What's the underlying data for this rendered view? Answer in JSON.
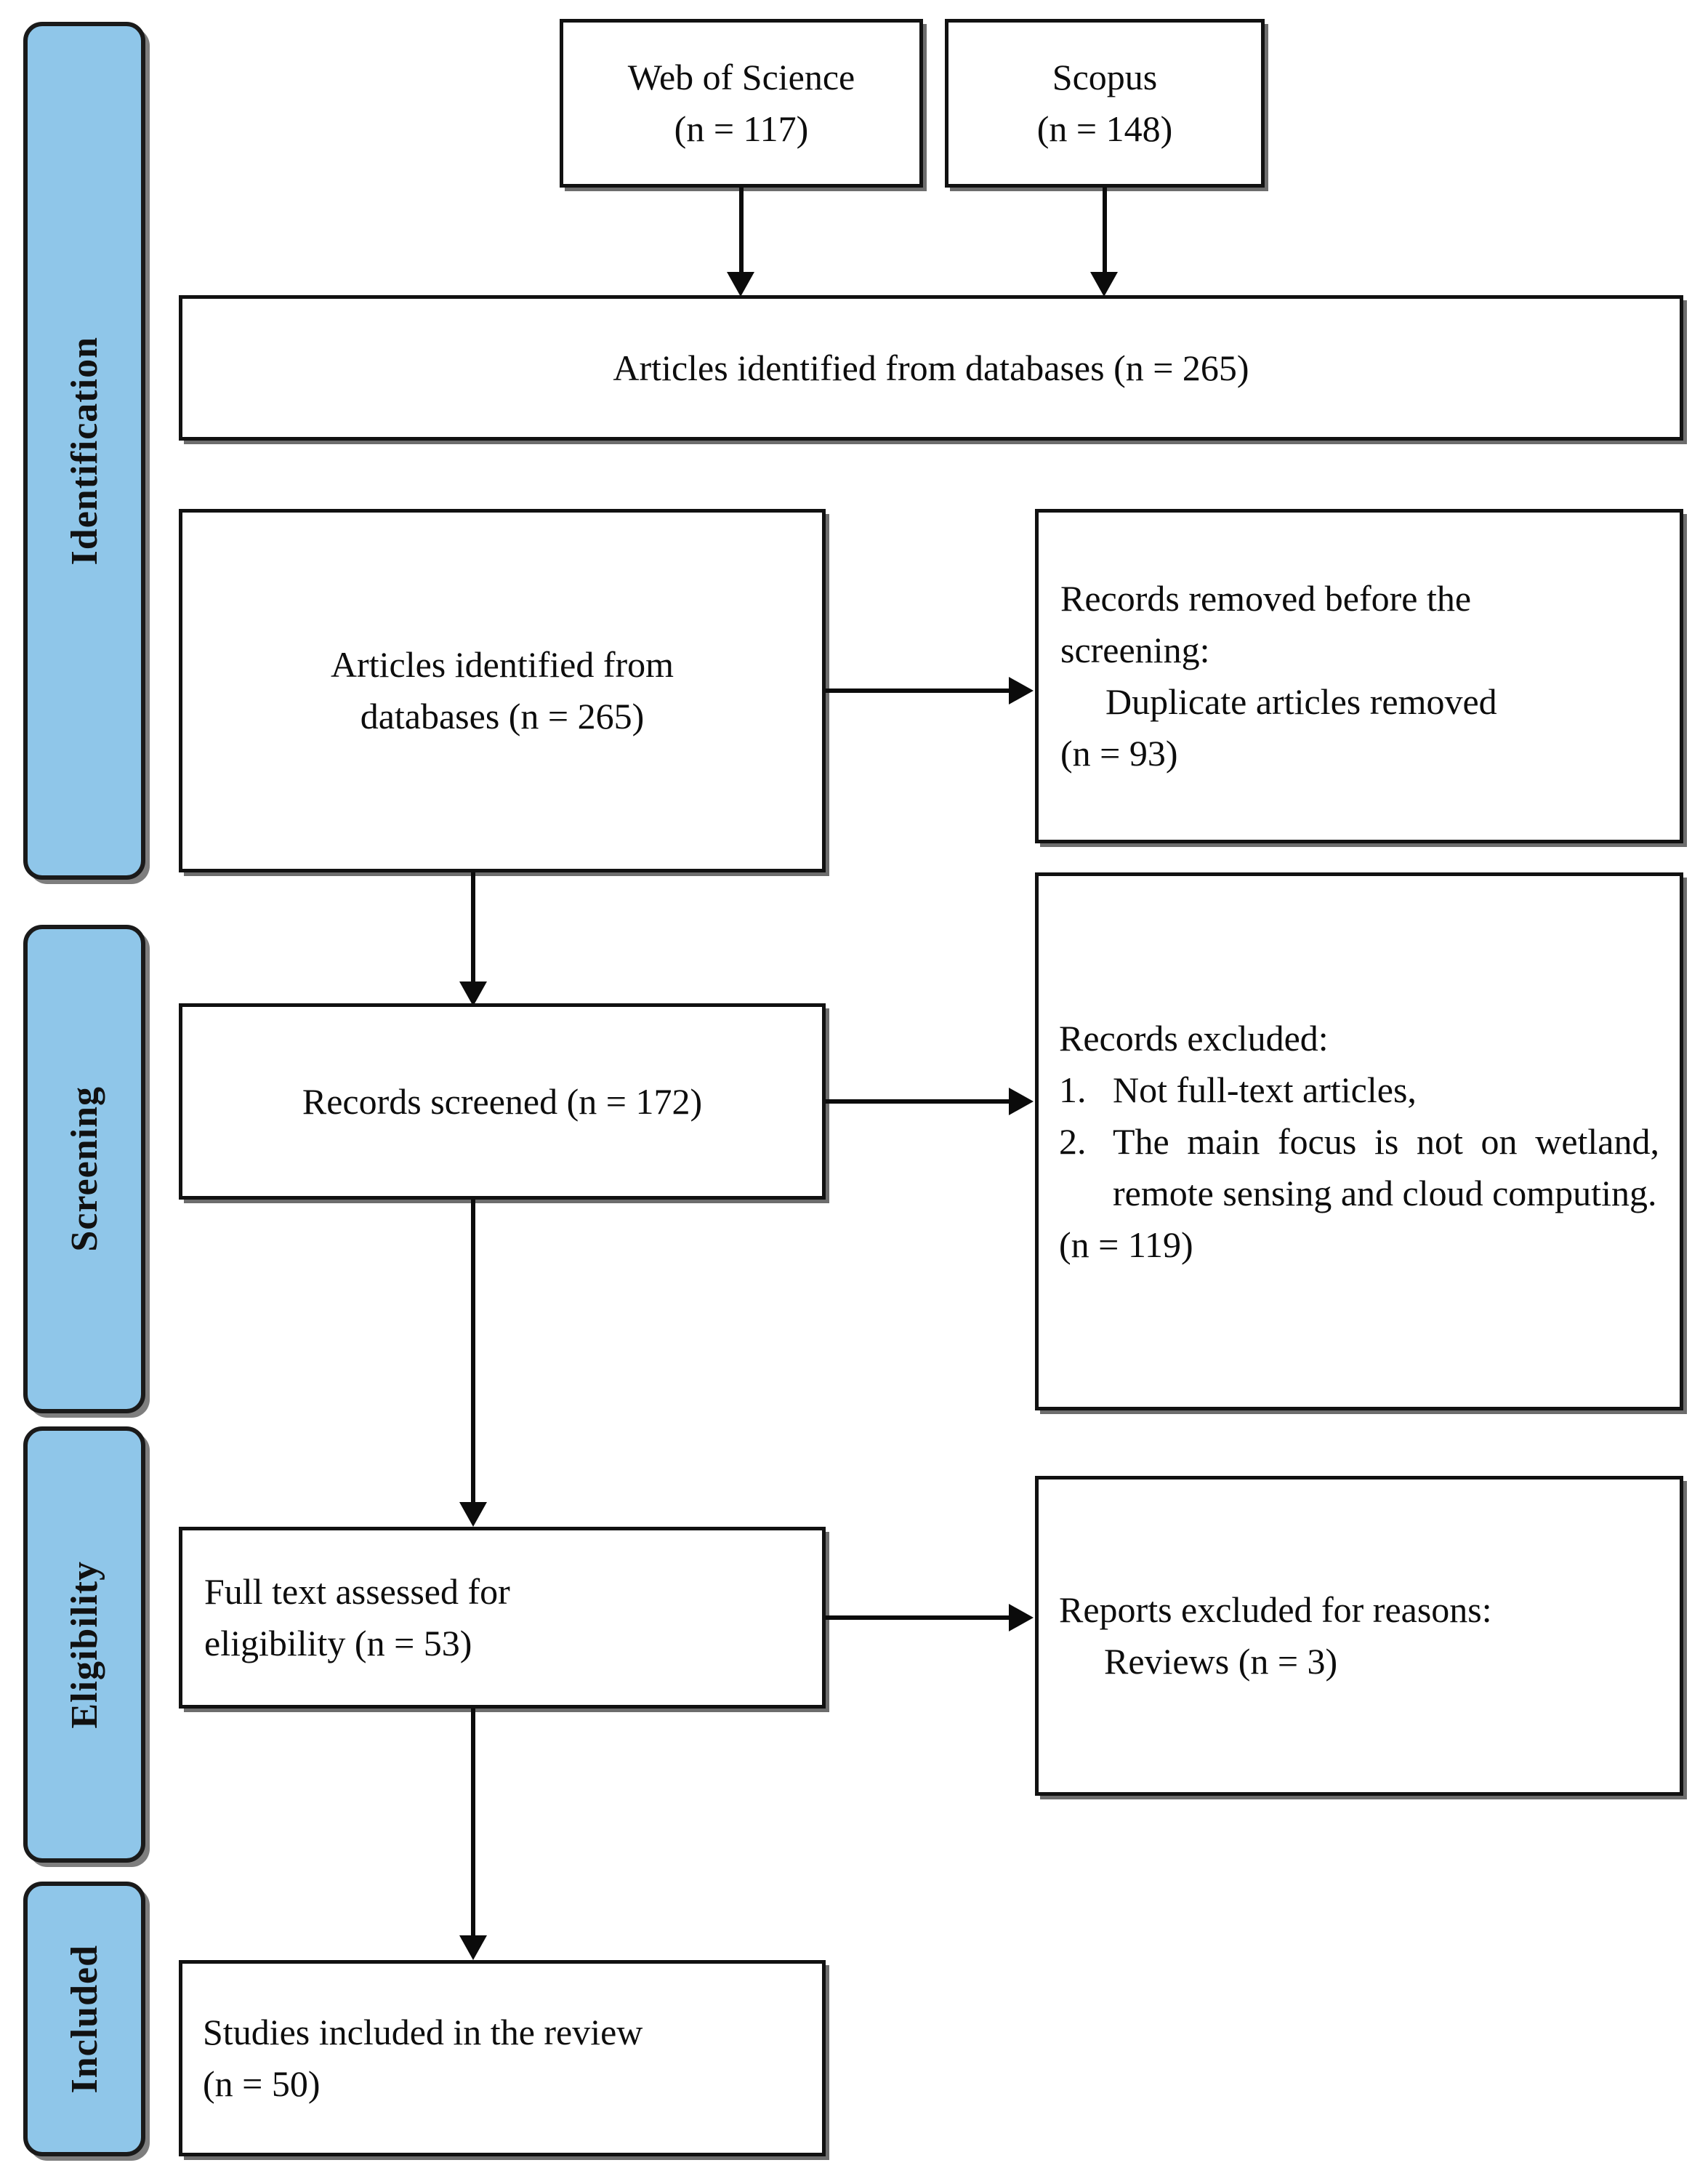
{
  "diagram": {
    "type": "prisma-flow-diagram",
    "accent_color": "#8FC6E9",
    "line_color": "#0b0b0b",
    "background_color": "#ffffff"
  },
  "phases": [
    {
      "id": "identification",
      "label": "Identification"
    },
    {
      "id": "screening",
      "label": "Screening"
    },
    {
      "id": "eligibility",
      "label": "Eligibility"
    },
    {
      "id": "included",
      "label": "Included"
    }
  ],
  "boxes": {
    "web_of_science": {
      "line1": "Web of Science",
      "line2": "(n = 117)",
      "source": "Web of Science",
      "n": 117
    },
    "scopus": {
      "line1": "Scopus",
      "line2": "(n = 148)",
      "source": "Scopus",
      "n": 148
    },
    "identified_banner": {
      "text": "Articles identified from databases (n = 265)",
      "n": 265
    },
    "identified_detail": {
      "line1": "Articles identified from",
      "line2": "databases (n = 265)",
      "n": 265
    },
    "removed_before_screening": {
      "line1": "Records removed before the",
      "line2": "screening:",
      "line3": "Duplicate articles removed",
      "line4": "(n = 93)",
      "n": 93
    },
    "records_screened": {
      "text": "Records screened (n = 172)",
      "n": 172
    },
    "records_excluded": {
      "heading": "Records excluded:",
      "items": [
        {
          "num": "1.",
          "text": "Not full-text articles,"
        },
        {
          "num": "2.",
          "text": "The main focus is not on wetland, remote sensing and cloud computing."
        }
      ],
      "count_line": "(n = 119)",
      "n": 119
    },
    "full_text_assessed": {
      "line1": "Full text assessed for",
      "line2": "eligibility (n = 53)",
      "n": 53
    },
    "reports_excluded": {
      "line1": "Reports excluded for reasons:",
      "line2": "Reviews (n = 3)",
      "n": 3
    },
    "studies_included": {
      "line1": "Studies included in the review",
      "line2": "(n = 50)",
      "n": 50
    }
  }
}
